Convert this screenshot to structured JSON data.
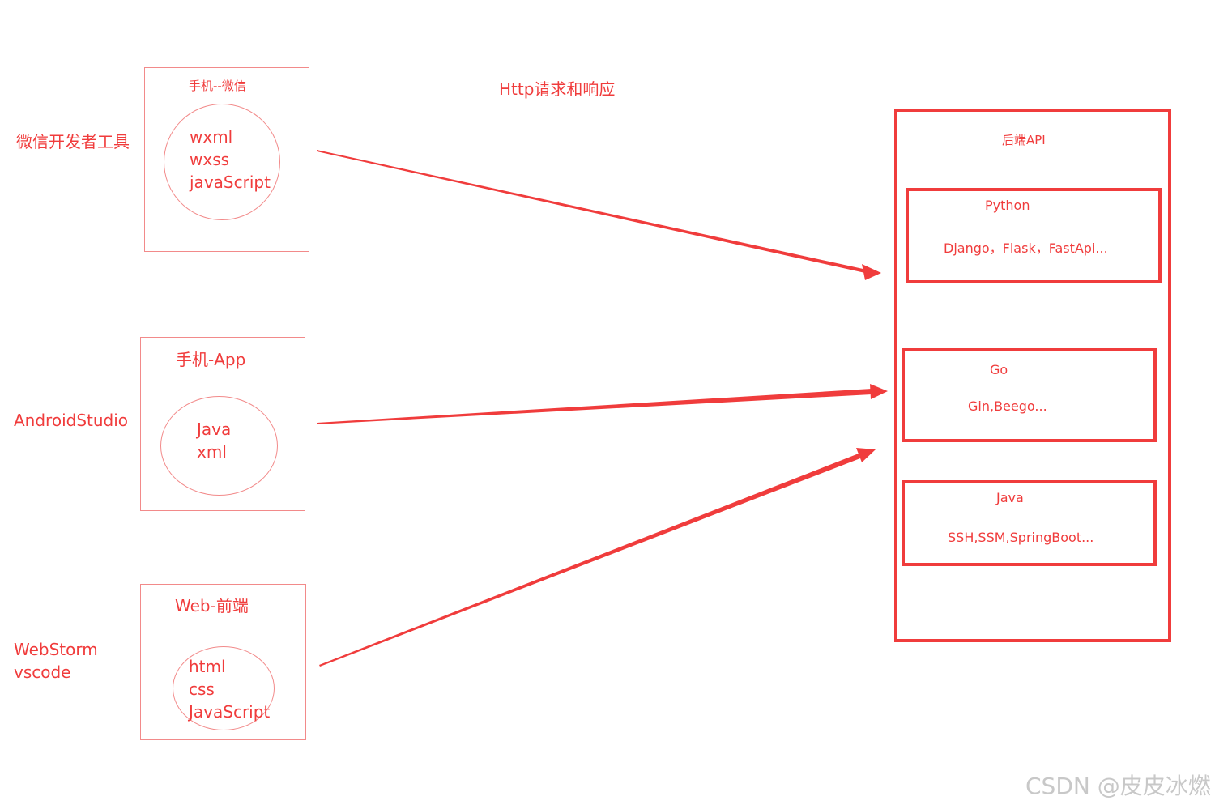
{
  "colors": {
    "accent": "#f03c3c",
    "thin": "#f28a8a",
    "watermark": "#c8c8c8"
  },
  "center_label": "Http请求和响应",
  "clients": [
    {
      "tool": [
        "微信开发者工具"
      ],
      "title": "手机--微信",
      "techs": [
        "wxml",
        "wxss",
        "javaScript"
      ]
    },
    {
      "tool": [
        "AndroidStudio"
      ],
      "title": "手机-App",
      "techs": [
        "Java",
        "xml"
      ]
    },
    {
      "tool": [
        "WebStorm",
        "vscode"
      ],
      "title": "Web-前端",
      "techs": [
        "html",
        "css",
        "JavaScript"
      ]
    }
  ],
  "backend": {
    "title": "后端API",
    "languages": [
      {
        "name": "Python",
        "frameworks": "Django，Flask，FastApi..."
      },
      {
        "name": "Go",
        "frameworks": "Gin,Beego..."
      },
      {
        "name": "Java",
        "frameworks": "SSH,SSM,SpringBoot..."
      }
    ]
  },
  "watermark": "CSDN @皮皮冰燃"
}
